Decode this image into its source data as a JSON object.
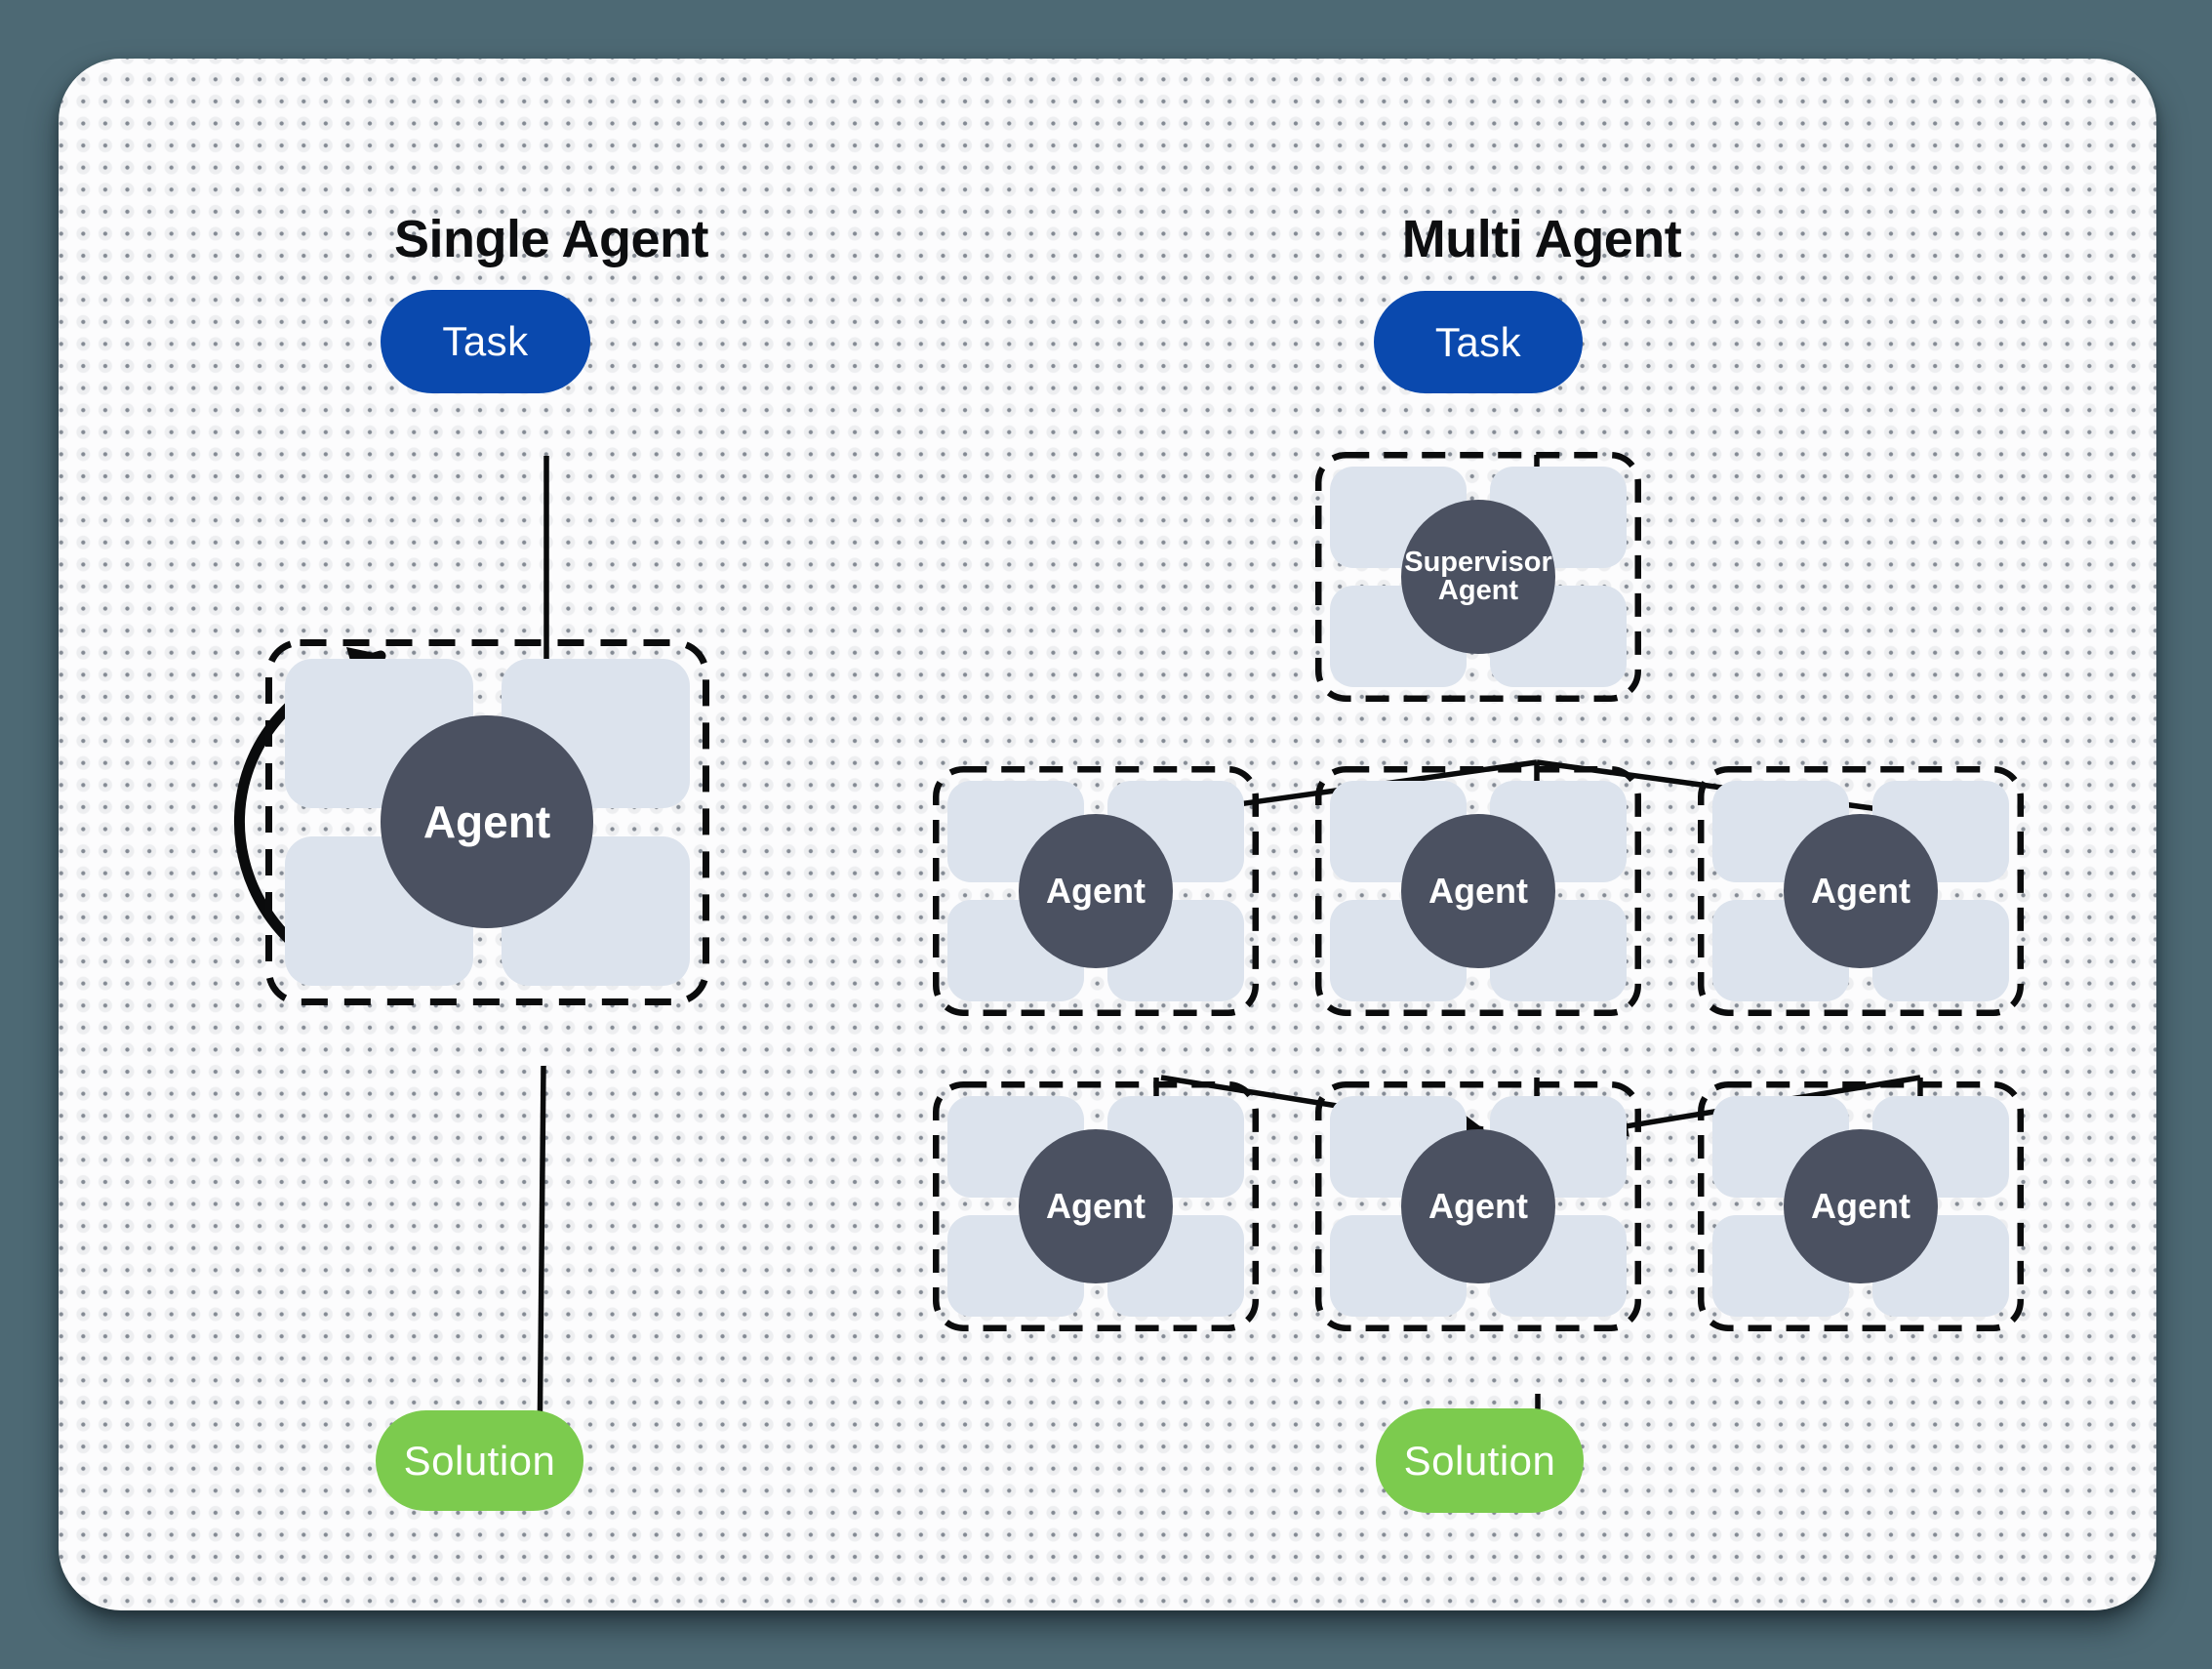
{
  "diagram": {
    "left_panel": {
      "title": "Single Agent",
      "task_label": "Task",
      "agent_label": "Agent",
      "solution_label": "Solution",
      "flow": [
        "Task -> Agent",
        "Agent self-loop (iterate)",
        "Agent -> Solution"
      ]
    },
    "right_panel": {
      "title": "Multi Agent",
      "task_label": "Task",
      "supervisor_label_line1": "Supervisor",
      "supervisor_label_line2": "Agent",
      "agent_label": "Agent",
      "solution_label": "Solution",
      "flow": [
        "Task -> Supervisor Agent",
        "Supervisor Agent -> 3 Agents",
        "3 Agents -> 3 Agents",
        "Middle Agent -> Solution"
      ]
    },
    "colors": {
      "page_background": "#4d6974",
      "canvas_background": "#fcfcfd",
      "task_pill": "#0a49ae",
      "solution_pill": "#7ccb4e",
      "agent_circle": "#4b5161",
      "tool_chip": "#dce3ed",
      "arrow": "#0a0b0c"
    }
  }
}
